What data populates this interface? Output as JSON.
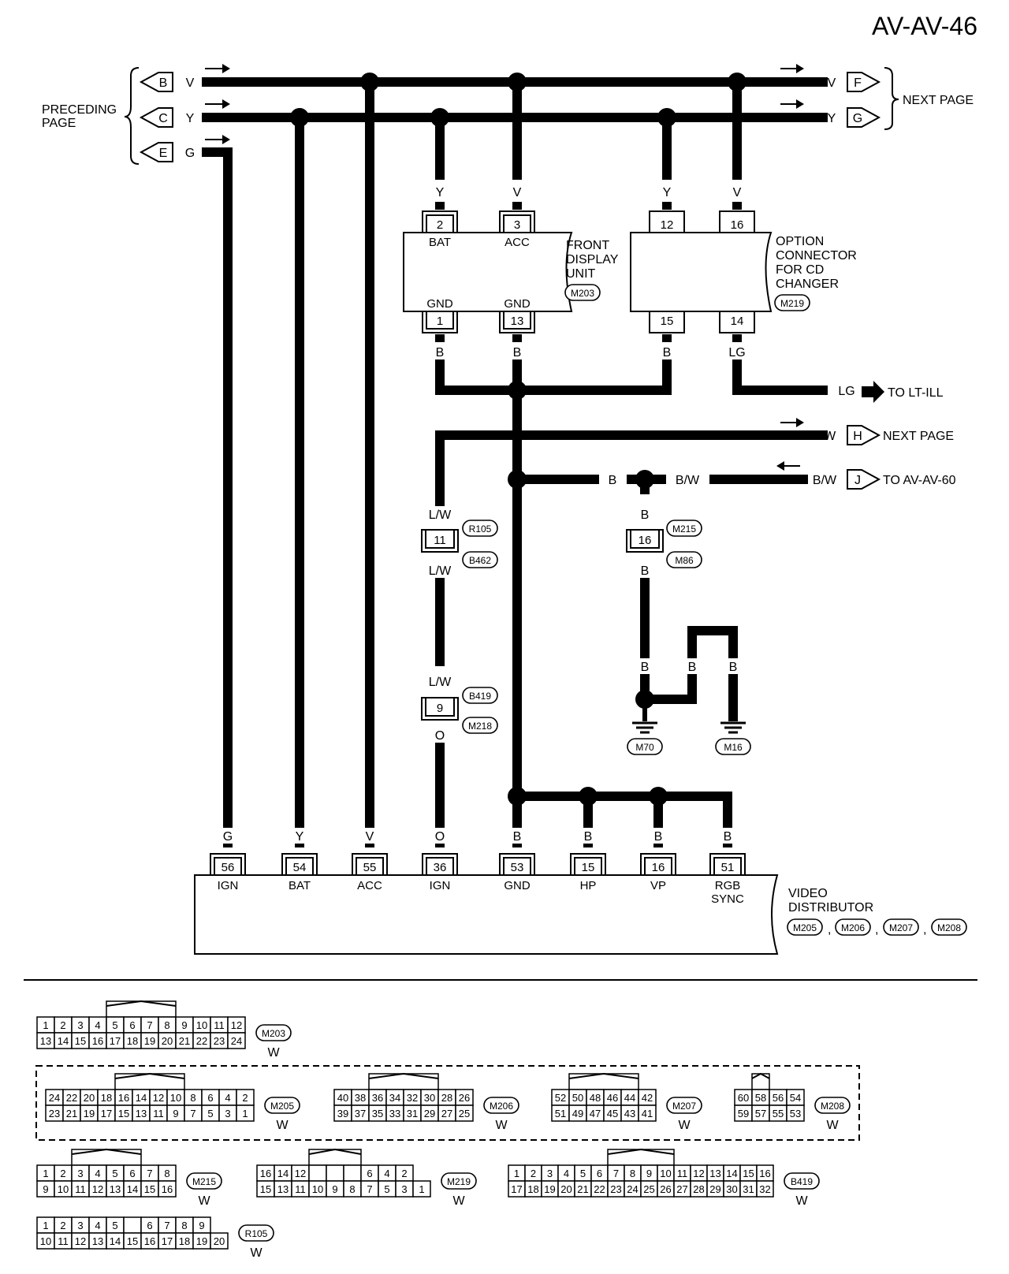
{
  "page_title": "AV-AV-46",
  "side_labels": {
    "preceding": [
      "PRECEDING",
      "PAGE"
    ],
    "next_page": "NEXT PAGE"
  },
  "left_terminals": [
    {
      "letter": "B",
      "color": "V"
    },
    {
      "letter": "C",
      "color": "Y"
    },
    {
      "letter": "E",
      "color": "G"
    }
  ],
  "right_terminals": [
    {
      "letter": "F",
      "color": "V"
    },
    {
      "letter": "G",
      "color": "Y"
    }
  ],
  "front_display": {
    "name": [
      "FRONT",
      "DISPLAY",
      "UNIT"
    ],
    "code": "M203",
    "pins": {
      "bat": {
        "num": "2",
        "name": "BAT",
        "color": "Y"
      },
      "acc": {
        "num": "3",
        "name": "ACC",
        "color": "V"
      },
      "gnd1": {
        "num": "1",
        "name": "GND",
        "color": "B"
      },
      "gnd2": {
        "num": "13",
        "name": "GND",
        "color": "B"
      }
    }
  },
  "option_connector": {
    "name": [
      "OPTION",
      "CONNECTOR",
      "FOR CD",
      "CHANGER"
    ],
    "code": "M219",
    "pins": {
      "p12": {
        "num": "12",
        "color": "Y"
      },
      "p16": {
        "num": "16",
        "color": "V"
      },
      "p15": {
        "num": "15",
        "color": "B"
      },
      "p14": {
        "num": "14",
        "color": "LG"
      }
    }
  },
  "outputs": {
    "lt_ill": {
      "color": "LG",
      "label": "TO LT-ILL"
    },
    "next_h": {
      "color": "L/W",
      "letter": "H",
      "label": "NEXT PAGE"
    },
    "av60": {
      "color": "B/W",
      "letter": "J",
      "label": "TO AV-AV-60"
    }
  },
  "mid_labels": {
    "b": "B",
    "bw": "B/W"
  },
  "joint_11": {
    "num": "11",
    "color_top": "L/W",
    "color_bottom": "L/W",
    "codes": [
      "R105",
      "B462"
    ]
  },
  "joint_9": {
    "num": "9",
    "color_top": "L/W",
    "color_bottom": "O",
    "codes": [
      "B419",
      "M218"
    ]
  },
  "joint_16": {
    "num": "16",
    "color_top": "B",
    "color_bottom": "B",
    "codes": [
      "M215",
      "M86"
    ]
  },
  "grounds": {
    "m70": {
      "code": "M70",
      "color": "B"
    },
    "m16": {
      "code": "M16",
      "color": "B"
    },
    "jumper_color": "B"
  },
  "video_distributor": {
    "name": [
      "VIDEO",
      "DISTRIBUTOR"
    ],
    "codes": [
      "M205",
      "M206",
      "M207",
      "M208"
    ],
    "separator": ",",
    "pins": [
      {
        "num": "56",
        "name": "IGN",
        "color": "G"
      },
      {
        "num": "54",
        "name": "BAT",
        "color": "Y"
      },
      {
        "num": "55",
        "name": "ACC",
        "color": "V"
      },
      {
        "num": "36",
        "name": "IGN",
        "color": "O"
      },
      {
        "num": "53",
        "name": "GND",
        "color": "B"
      },
      {
        "num": "15",
        "name": "HP",
        "color": "B"
      },
      {
        "num": "16",
        "name": "VP",
        "color": "B"
      },
      {
        "num": "51",
        "name": "RGB",
        "name2": "SYNC",
        "color": "B"
      }
    ]
  },
  "connector_views": {
    "m203": {
      "code": "M203",
      "color": "W",
      "top": [
        "1",
        "2",
        "3",
        "4",
        "5",
        "6",
        "7",
        "8",
        "9",
        "10",
        "11",
        "12"
      ],
      "bottom": [
        "13",
        "14",
        "15",
        "16",
        "17",
        "18",
        "19",
        "20",
        "21",
        "22",
        "23",
        "24"
      ]
    },
    "m205": {
      "code": "M205",
      "color": "W",
      "top": [
        "24",
        "22",
        "20",
        "18",
        "16",
        "14",
        "12",
        "10",
        "8",
        "6",
        "4",
        "2"
      ],
      "bottom": [
        "23",
        "21",
        "19",
        "17",
        "15",
        "13",
        "11",
        "9",
        "7",
        "5",
        "3",
        "1"
      ]
    },
    "m206": {
      "code": "M206",
      "color": "W",
      "top": [
        "40",
        "38",
        "36",
        "34",
        "32",
        "30",
        "28",
        "26"
      ],
      "bottom": [
        "39",
        "37",
        "35",
        "33",
        "31",
        "29",
        "27",
        "25"
      ]
    },
    "m207": {
      "code": "M207",
      "color": "W",
      "top": [
        "52",
        "50",
        "48",
        "46",
        "44",
        "42"
      ],
      "bottom": [
        "51",
        "49",
        "47",
        "45",
        "43",
        "41"
      ]
    },
    "m208": {
      "code": "M208",
      "color": "W",
      "top": [
        "60",
        "58",
        "56",
        "54"
      ],
      "bottom": [
        "59",
        "57",
        "55",
        "53"
      ]
    },
    "m215": {
      "code": "M215",
      "color": "W",
      "top": [
        "1",
        "2",
        "3",
        "4",
        "5",
        "6",
        "7",
        "8"
      ],
      "bottom": [
        "9",
        "10",
        "11",
        "12",
        "13",
        "14",
        "15",
        "16"
      ]
    },
    "m219": {
      "code": "M219",
      "color": "W",
      "top": [
        "16",
        "14",
        "12",
        "",
        "",
        "",
        "6",
        "4",
        "2"
      ],
      "bottom": [
        "15",
        "13",
        "11",
        "10",
        "9",
        "8",
        "7",
        "5",
        "3",
        "1"
      ]
    },
    "b419": {
      "code": "B419",
      "color": "W",
      "top": [
        "1",
        "2",
        "3",
        "4",
        "5",
        "6",
        "7",
        "8",
        "9",
        "10",
        "11",
        "12",
        "13",
        "14",
        "15",
        "16"
      ],
      "bottom": [
        "17",
        "18",
        "19",
        "20",
        "21",
        "22",
        "23",
        "24",
        "25",
        "26",
        "27",
        "28",
        "29",
        "30",
        "31",
        "32"
      ]
    },
    "r105": {
      "code": "R105",
      "color": "W",
      "top": [
        "1",
        "2",
        "3",
        "4",
        "5",
        "",
        "6",
        "7",
        "8",
        "9"
      ],
      "bottom": [
        "10",
        "11",
        "12",
        "13",
        "14",
        "15",
        "16",
        "17",
        "18",
        "19",
        "20"
      ]
    }
  }
}
